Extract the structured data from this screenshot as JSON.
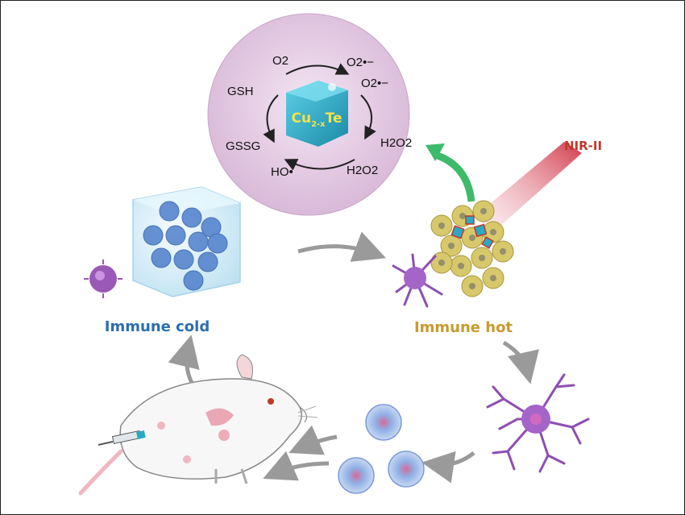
{
  "reaction": {
    "center_label": "Cu2-xTe",
    "o2": "O2",
    "o2_radical": "O2•−",
    "o2_radical_2": "O2•−",
    "h2o2_right": "H2O2",
    "h2o2_bottom": "H2O2",
    "ho_radical": "HO•",
    "gsh": "GSH",
    "gssg": "GSSG"
  },
  "labels": {
    "immune_cold": "Immune cold",
    "immune_hot": "Immune hot",
    "nir": "NIR-II"
  },
  "colors": {
    "circle_fill": "#e7cfe6",
    "cube": "#2aa9c4",
    "cold_text": "#2b6fae",
    "hot_text": "#c99a2e",
    "nir_text": "#c0392b",
    "arrow_gray": "#9a9a9a",
    "arrow_green": "#3dbb6b"
  }
}
